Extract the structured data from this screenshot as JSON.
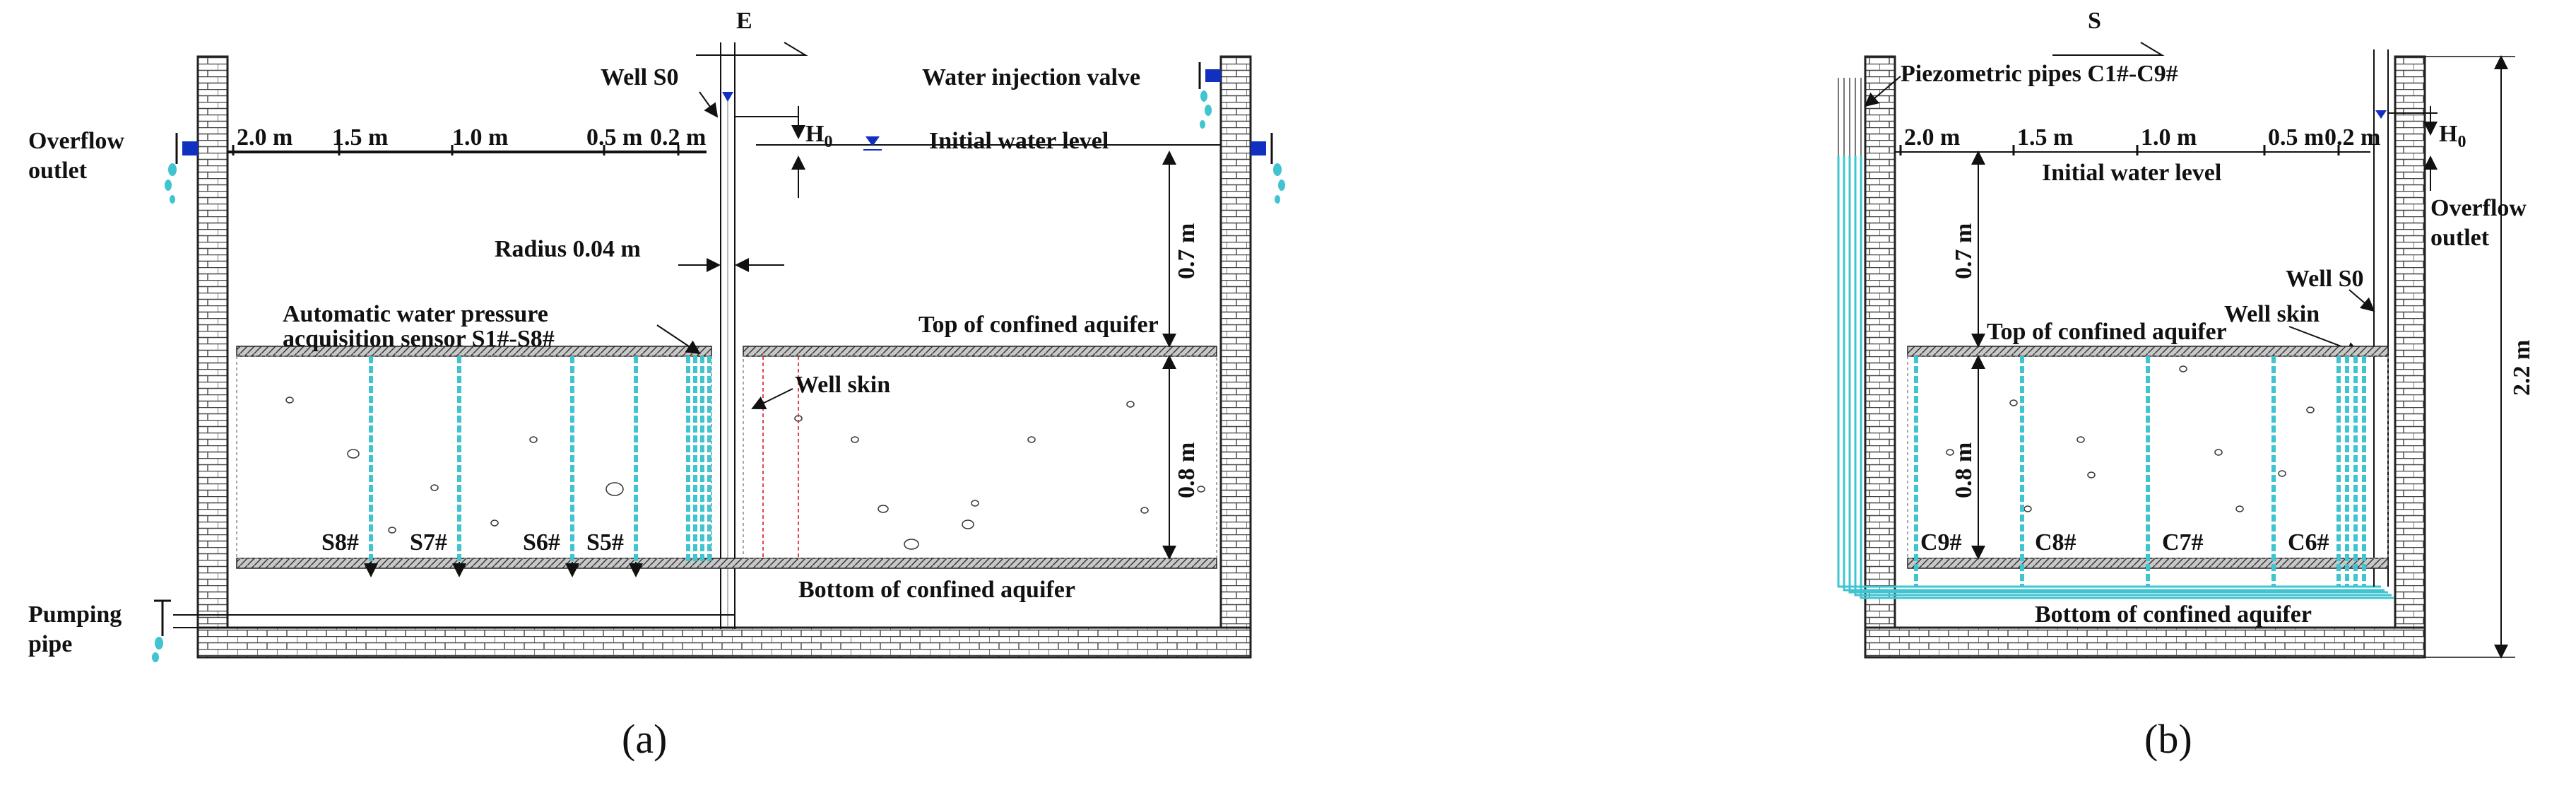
{
  "panel_a": {
    "caption": "(a)",
    "section_marker": "E",
    "overflow_outlet_label": [
      "Overflow",
      "outlet"
    ],
    "pumping_pipe_label": [
      "Pumping",
      "pipe"
    ],
    "well_label": "Well S0",
    "injection_valve_label": "Water injection valve",
    "head_label": "H",
    "head_sub": "0",
    "initial_level_label": "Initial water level",
    "radius_label": "Radius 0.04 m",
    "sensor_label": [
      "Automatic water pressure",
      "acquisition sensor S1#-S8#"
    ],
    "top_label": "Top of confined aquifer",
    "bottom_label": "Bottom of confined aquifer",
    "well_skin_label": "Well skin",
    "distances": [
      "2.0 m",
      "1.5 m",
      "1.0 m",
      "0.5 m",
      "0.2 m"
    ],
    "dim_top": "0.7 m",
    "dim_aquifer": "0.8 m",
    "sensors": [
      "S8#",
      "S7#",
      "S6#",
      "S5#"
    ]
  },
  "panel_b": {
    "caption": "(b)",
    "section_marker": "S",
    "piezo_label": "Piezometric pipes C1#-C9#",
    "distances": [
      "2.0 m",
      "1.5 m",
      "1.0 m",
      "0.5 m",
      "0.2 m"
    ],
    "initial_level_label": "Initial water level",
    "head_label": "H",
    "head_sub": "0",
    "overflow_outlet_label": [
      "Overflow",
      "outlet"
    ],
    "well_label": "Well S0",
    "well_skin_label": "Well skin",
    "top_label": "Top of confined aquifer",
    "bottom_label": "Bottom of confined aquifer",
    "dim_top": "0.7 m",
    "dim_aquifer": "0.8 m",
    "dim_total": "2.2 m",
    "pipes": [
      "C9#",
      "C8#",
      "C7#",
      "C6#"
    ]
  },
  "colors": {
    "pipe": "#40c4d0",
    "water_marker": "#1030c0",
    "skin": "#e03040",
    "hatch": "#555555"
  }
}
